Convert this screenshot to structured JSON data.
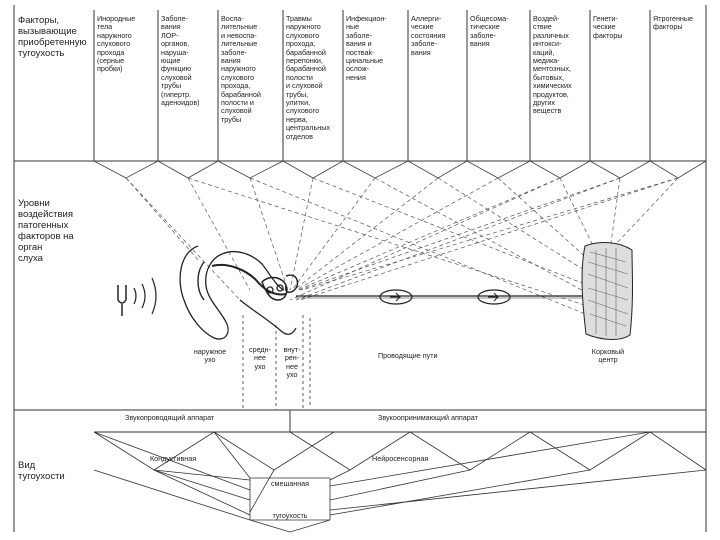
{
  "header": {
    "left_label": "Факторы,\nвызывающие\nприобретенную\nтугоухость",
    "columns": [
      "Инородные\nтела\nнаружного\nслухового\nпрохода\n(серные\nпробки)",
      "Заболе-\nвания\nЛОР-\nорганов,\nнаруша-\nющие\nфункцию\nслуховой\nтрубы\n(гипертр.\nаденоидов)",
      "Воспа-\nлительные\nи невоспа-\nлительные\nзаболе-\nвания\nнаружного\nслухового\nпрохода,\nбарабанной\nполости и\nслуховой\nтрубы",
      "Травмы\nнаружного\nслухового\nпрохода,\nбарабанной\nперепонки,\nбарабанной\nполости\nи слуховой\nтрубы,\nулитки,\nслухового\nнерва,\nцентральных\nотделов",
      "Инфекцион-\nные\nзаболе-\nвания и\nпостваk-\nцинальные\nослож-\nнения",
      "Аллерги-\nческие\nсостояния\nзаболе-\nвания",
      "Общесома-\nтические\nзаболе-\nвания",
      "Воздей-\nствие\nразличных\nинтокси-\nкаций,\nмедика-\nментозных,\nбытовых,\nхимических\nпродуктов,\nдругих\nвеществ",
      "Генети-\nческие\nфакторы",
      "Ятрогенные\nфакторы"
    ]
  },
  "middle": {
    "left_label": "Уровни\nвоздействия\nпатогенных\nфакторов на\nорган\nслуха",
    "labels": {
      "outer_ear": "наружное\nухо",
      "middle_ear": "средн-\nнее\nухо",
      "inner_ear": "внут-\nрен-\nнее\nухо",
      "pathways": "Проводящие пути",
      "cortex": "Корковый\nцентр"
    }
  },
  "bottom": {
    "apparatus_conductive": "Звукопроводящий аппарат",
    "apparatus_perceptive": "Звукоопринимающий аппарат",
    "left_label": "Вид\nтугоухости",
    "conductive": "Кондуктивная",
    "sensorineural": "Нейросенсорная",
    "mixed": "смешанная",
    "hearing_loss": "тугоухость"
  }
}
